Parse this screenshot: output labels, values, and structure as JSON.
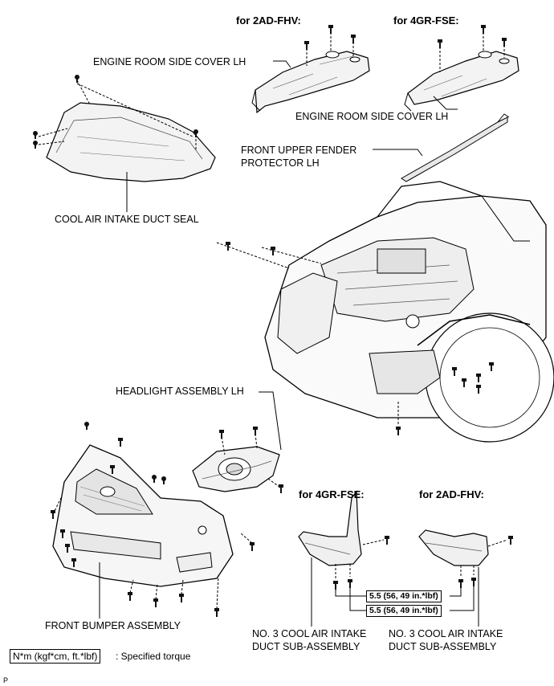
{
  "headers": {
    "top_2ad": "for 2AD-FHV:",
    "top_4gr": "for 4GR-FSE:",
    "bottom_4gr": "for 4GR-FSE:",
    "bottom_2ad": "for 2AD-FHV:"
  },
  "labels": {
    "engine_room_cover_2ad": "ENGINE ROOM SIDE COVER LH",
    "engine_room_cover_4gr": "ENGINE ROOM SIDE COVER LH",
    "fender_protector_line1": "FRONT UPPER FENDER",
    "fender_protector_line2": "PROTECTOR LH",
    "cool_air_seal": "COOL AIR INTAKE DUCT SEAL",
    "headlight": "HEADLIGHT ASSEMBLY LH",
    "front_bumper": "FRONT BUMPER ASSEMBLY",
    "duct_left_line1": "NO. 3 COOL AIR INTAKE",
    "duct_left_line2": "DUCT SUB-ASSEMBLY",
    "duct_right_line1": "NO. 3 COOL AIR INTAKE",
    "duct_right_line2": "DUCT SUB-ASSEMBLY"
  },
  "torque": {
    "spec_1": "5.5 (56, 49  in.*lbf)",
    "spec_2": "5.5 (56, 49  in.*lbf)"
  },
  "legend": {
    "unit": "N*m (kgf*cm, ft.*lbf)",
    "text": ": Specified torque"
  },
  "figure_mark": "P"
}
